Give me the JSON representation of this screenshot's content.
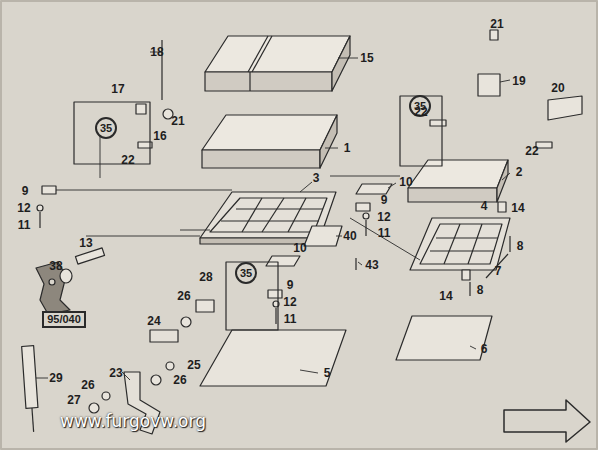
{
  "diagram": {
    "nodes": [
      {
        "text": [
          "35"
        ]
      },
      {
        "text": [
          "35"
        ]
      },
      {
        "text": [
          "35"
        ]
      },
      {
        "text": [
          "95/040"
        ]
      }
    ],
    "labels": [
      "18",
      "15",
      "21",
      "17",
      "22",
      "19",
      "16",
      "21",
      "1",
      "20",
      "22",
      "22",
      "3",
      "10",
      "2",
      "9",
      "12",
      "11",
      "4",
      "14",
      "9",
      "12",
      "11",
      "8",
      "7",
      "13",
      "40",
      "38",
      "10",
      "43",
      "14",
      "8",
      "28",
      "26",
      "9",
      "12",
      "11",
      "6",
      "24",
      "25",
      "5",
      "23",
      "26",
      "29",
      "26",
      "27",
      "www.furgovw.org"
    ]
  }
}
